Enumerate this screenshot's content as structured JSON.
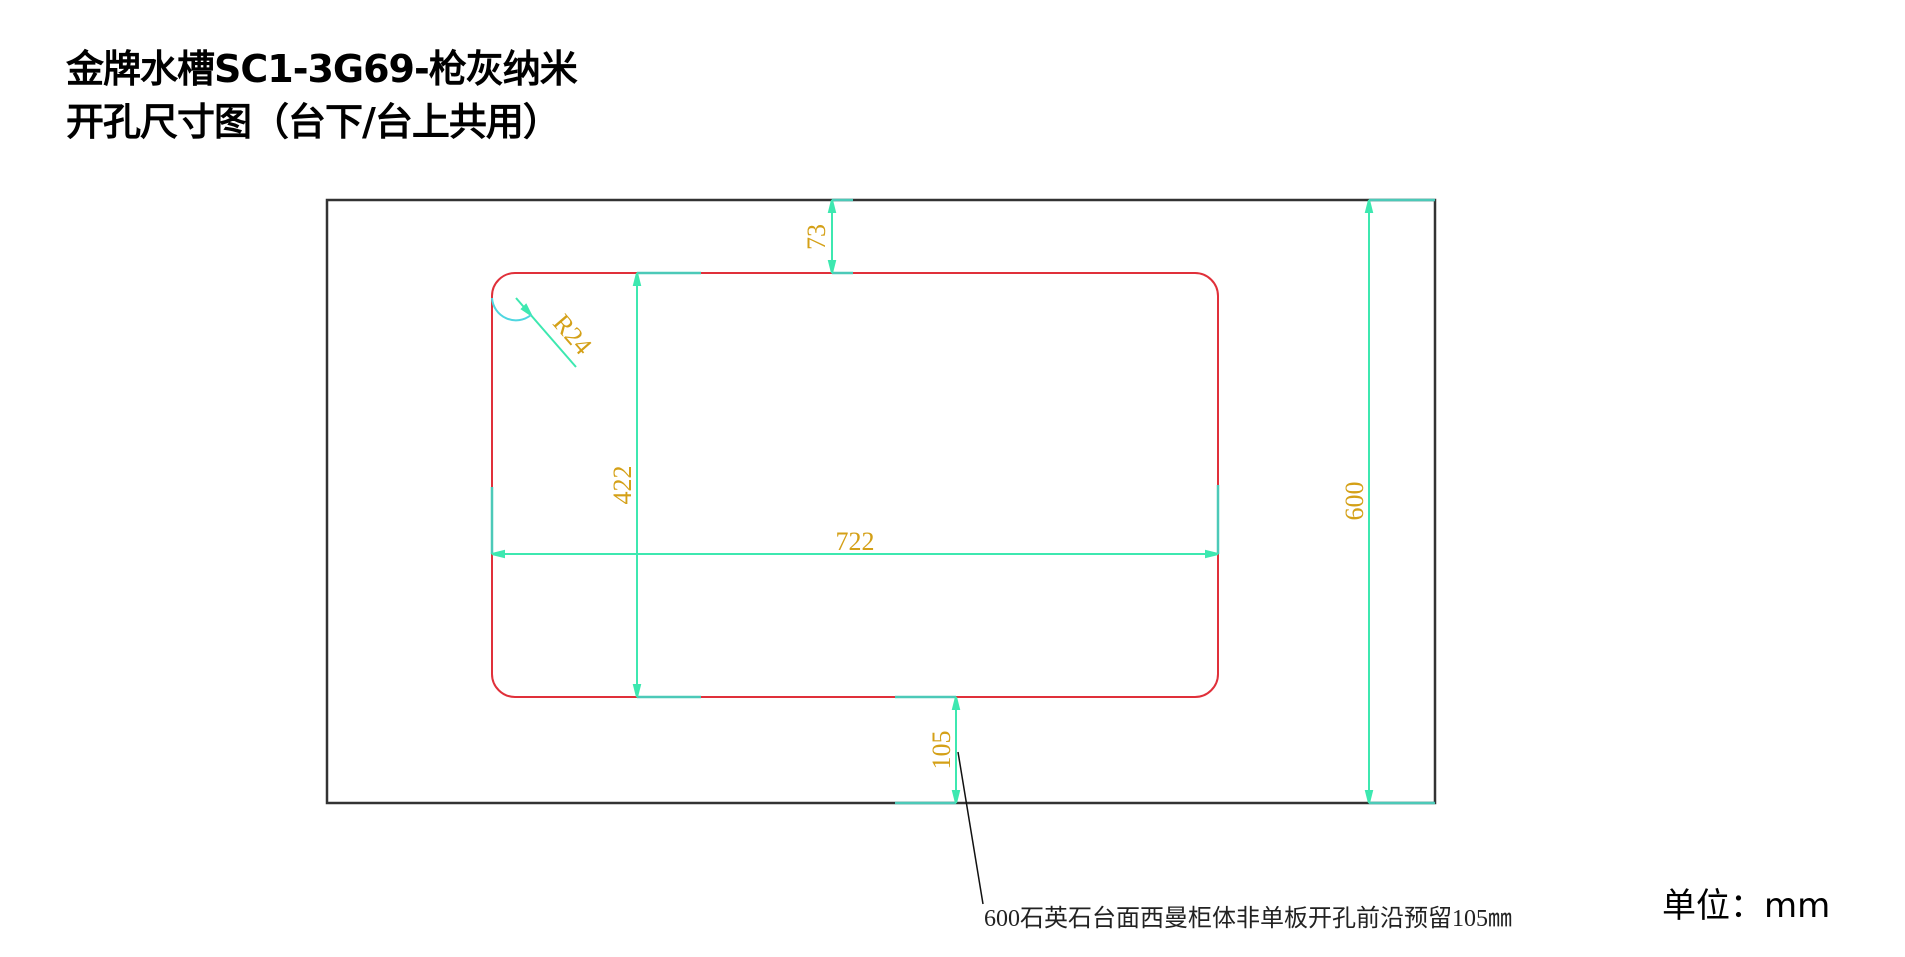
{
  "title": {
    "line1": "金牌水槽SC1-3G69-枪灰纳米",
    "line2": "开孔尺寸图（台下/台上共用）"
  },
  "drawing": {
    "colors": {
      "outline": "#333333",
      "cutout": "#e0303a",
      "dimension_line": "#3de8b0",
      "extension_line": "#4cc9b8",
      "dimension_text": "#d4a017",
      "leader": "#111111"
    },
    "countertop": {
      "width_label": "",
      "depth_label": "600"
    },
    "cutout": {
      "corner_radius_label": "R24",
      "width_label": "722",
      "depth_label": "422"
    },
    "offsets": {
      "back_label": "73",
      "front_label": "105"
    },
    "dimensions": {
      "d600": "600",
      "d722": "722",
      "d422": "422",
      "d73": "73",
      "d105": "105",
      "r24": "R24"
    }
  },
  "note": "600石英石台面西曼柜体非单板开孔前沿预留105㎜",
  "unit": "单位：mm"
}
